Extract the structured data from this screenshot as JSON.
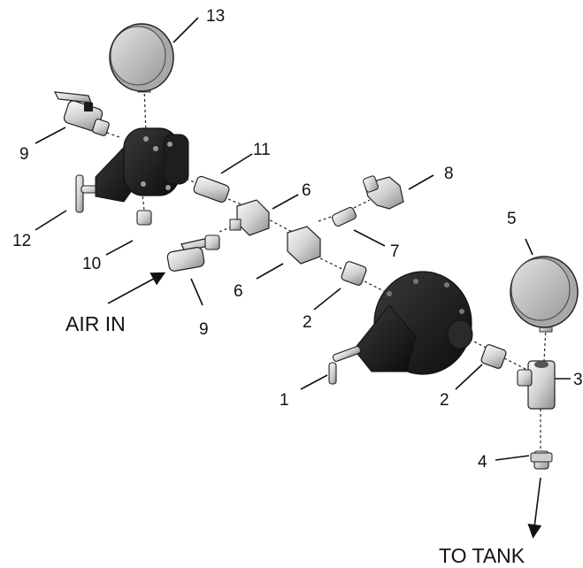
{
  "callouts": {
    "n1": "1",
    "n2a": "2",
    "n2b": "2",
    "n3": "3",
    "n4": "4",
    "n5": "5",
    "n6a": "6",
    "n6b": "6",
    "n7": "7",
    "n8": "8",
    "n9a": "9",
    "n9b": "9",
    "n10": "10",
    "n11": "11",
    "n12": "12",
    "n13": "13"
  },
  "flow_labels": {
    "air_in": "AIR IN",
    "to_tank": "TO TANK"
  },
  "colors": {
    "dark_body": "#1b1b1b",
    "metal_light": "#e6e6e6",
    "metal_mid": "#b9b9b9",
    "gauge_face": "#c8c8c8"
  }
}
